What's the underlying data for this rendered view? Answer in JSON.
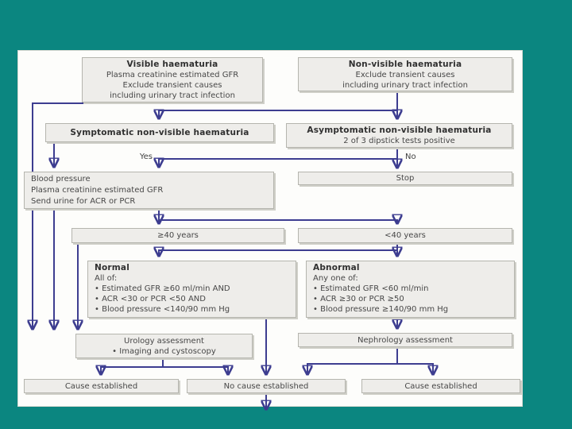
{
  "slide": {
    "background_color": "#0b8680",
    "panel_color": "#fdfdfb",
    "line_color": "#3d3d90",
    "box_color": "#eeedea"
  },
  "labels": {
    "yes": "Yes",
    "no": "No"
  },
  "boxes": {
    "visible": {
      "title": "Visible haematuria",
      "line1": "Plasma creatinine estimated GFR",
      "line2": "Exclude transient causes",
      "line3": "including urinary tract infection"
    },
    "non_visible": {
      "title": "Non-visible haematuria",
      "line1": "Exclude transient causes",
      "line2": "including urinary tract infection"
    },
    "symptomatic": {
      "title": "Symptomatic non-visible haematuria"
    },
    "asymptomatic": {
      "title": "Asymptomatic non-visible haematuria",
      "line1": "2 of 3 dipstick tests positive"
    },
    "stop": {
      "label": "Stop"
    },
    "workup": {
      "line1": "Blood pressure",
      "line2": "Plasma creatinine estimated GFR",
      "line3": "Send urine for ACR or PCR"
    },
    "age_ge40": {
      "label": "≥40 years"
    },
    "age_lt40": {
      "label": "<40 years"
    },
    "normal": {
      "title": "Normal",
      "subtitle": "All of:",
      "bullet1": "• Estimated GFR ≥60 ml/min AND",
      "bullet2": "• ACR <30 or PCR <50 AND",
      "bullet3": "• Blood pressure <140/90 mm Hg"
    },
    "abnormal": {
      "title": "Abnormal",
      "subtitle": "Any one of:",
      "bullet1": "• Estimated GFR <60 ml/min",
      "bullet2": "• ACR ≥30 or PCR ≥50",
      "bullet3": "• Blood pressure ≥140/90 mm Hg"
    },
    "urology": {
      "line1": "Urology assessment",
      "line2": "• Imaging and cystoscopy"
    },
    "nephrology": {
      "label": "Nephrology assessment"
    },
    "cause_left": {
      "label": "Cause established"
    },
    "no_cause": {
      "label": "No cause established"
    },
    "cause_right": {
      "label": "Cause established"
    }
  }
}
